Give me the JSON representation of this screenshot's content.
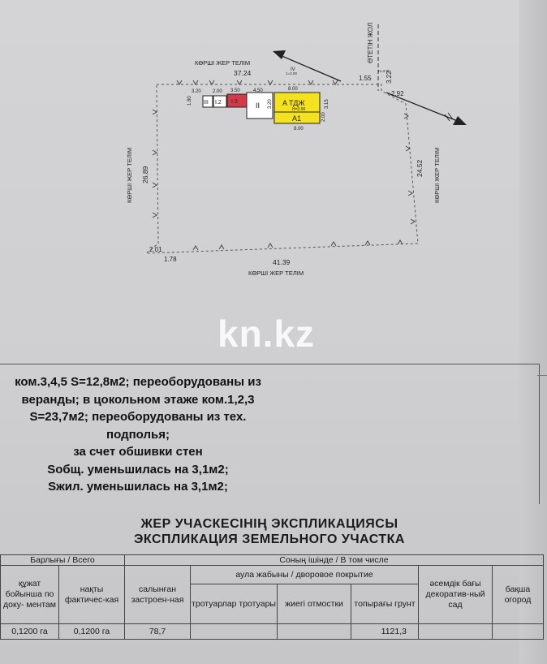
{
  "plan": {
    "neighbor_top": "КӨРШІ ЖЕР ТЕЛІМ",
    "neighbor_bottom": "КӨРШІ ЖЕР ТЕЛІМ",
    "neighbor_left": "КӨРШІ ЖЕР ТЕЛІМ",
    "neighbor_right": "КӨРШІ ЖЕР ТЕЛІМ",
    "road_label": "ӨТЕТІН ЖОЛ",
    "dims": {
      "top_length": "37.24",
      "right_length": "24.52",
      "left_length": "26.89",
      "bottom_length": "41.39",
      "corner_top_right_1": "1.55",
      "corner_top_right_2": "3.22",
      "corner_right_offset": "2.92",
      "corner_bl_1": "2.01",
      "corner_bl_2": "1.78",
      "bld_w1": "3.20",
      "bld_w2": "2.00",
      "bld_w3": "3.50",
      "bld_w4": "4.50",
      "bld_w5": "8.00",
      "bld_w6": "8.00",
      "bld_h1": "1.80",
      "bld_h2": "3.20",
      "bld_h3": "3.15",
      "bld_h4": "2.00",
      "h_label": "H=2.00",
      "small_label": "1=2.00"
    },
    "buildings": {
      "b1": "III",
      "b2": "I.2",
      "b3": "I.3",
      "b4": "II",
      "b5_top": "A ТДЖ",
      "b5_h": "H=3.00",
      "b5_bottom": "A1",
      "b6": "IV"
    }
  },
  "watermark": "kn.kz",
  "note_lines": [
    "ком.3,4,5 S=12,8м2; переоборудованы из",
    "веранды; в цокольном этаже ком.1,2,3",
    "S=23,7м2; переоборудованы из тех.",
    "подполья;",
    "за счет обшивки стен",
    "Sобщ. уменьшилась на 3,1м2;",
    "Sжил. уменьшилась на 3,1м2;"
  ],
  "explication": {
    "title_kz": "ЖЕР УЧАСКЕСІНІҢ ЭКСПЛИКАЦИЯСЫ",
    "title_ru": "ЭКСПЛИКАЦИЯ ЗЕМЕЛЬНОГО УЧАСТКА",
    "headers": {
      "total": "Барлығы / Всего",
      "including": "Соның ішінде / В том числе",
      "by_docs": "құжат бойынша по доку- ментам",
      "actual": "нақты фактичес-кая",
      "built": "салынған застроен-ная",
      "yard": "аула жабыны / дворовое покрытие",
      "sidewalks": "тротуарлар тротуары",
      "otmostki": "жиегі отмостки",
      "ground": "топырағы грунт",
      "garden": "әсемдік бағы декоратив-ный сад",
      "vegetable": "бақша огород"
    },
    "values": {
      "by_docs": "0,1200 га",
      "actual": "0,1200 га",
      "built": "78,7",
      "sidewalks": "",
      "otmostki": "",
      "ground": "1121,3",
      "garden": "",
      "vegetable": ""
    }
  }
}
